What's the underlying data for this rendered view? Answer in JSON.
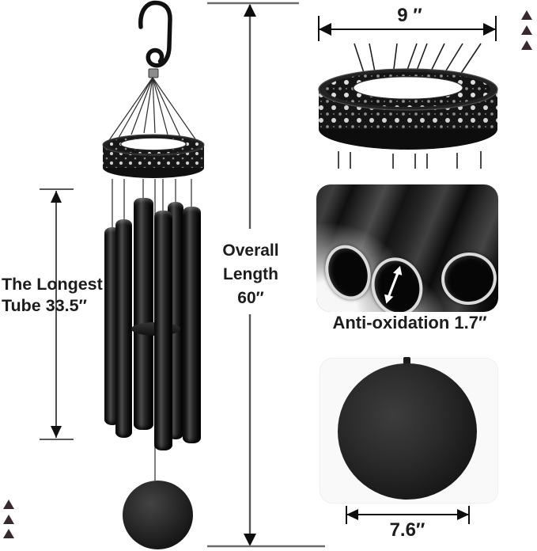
{
  "labels": {
    "longest_tube_line1": "The Longest",
    "longest_tube_line2": "Tube 33.5″",
    "overall_line1": "Overall",
    "overall_line2": "Length",
    "overall_line3": "60″",
    "hoop_width": "9 ″",
    "anti_oxidation": "Anti-oxidation 1.7″",
    "disc_diameter": "7.6″"
  },
  "icons": {
    "hanger": "s-hook-icon",
    "vertical_dimensions": "double-headed-arrow-vertical",
    "horizontal_dimensions": "double-headed-arrow-horizontal",
    "tube_bore": "double-headed-arrow-diagonal",
    "edge_markers": "triangle-up"
  },
  "colors": {
    "background": "#ffffff",
    "ink": "#1c1c1c",
    "dimension_line": "#666666",
    "product_black": "#161616",
    "marker_maroon": "#3a292c",
    "rim_silver": "#dcdcdc"
  }
}
